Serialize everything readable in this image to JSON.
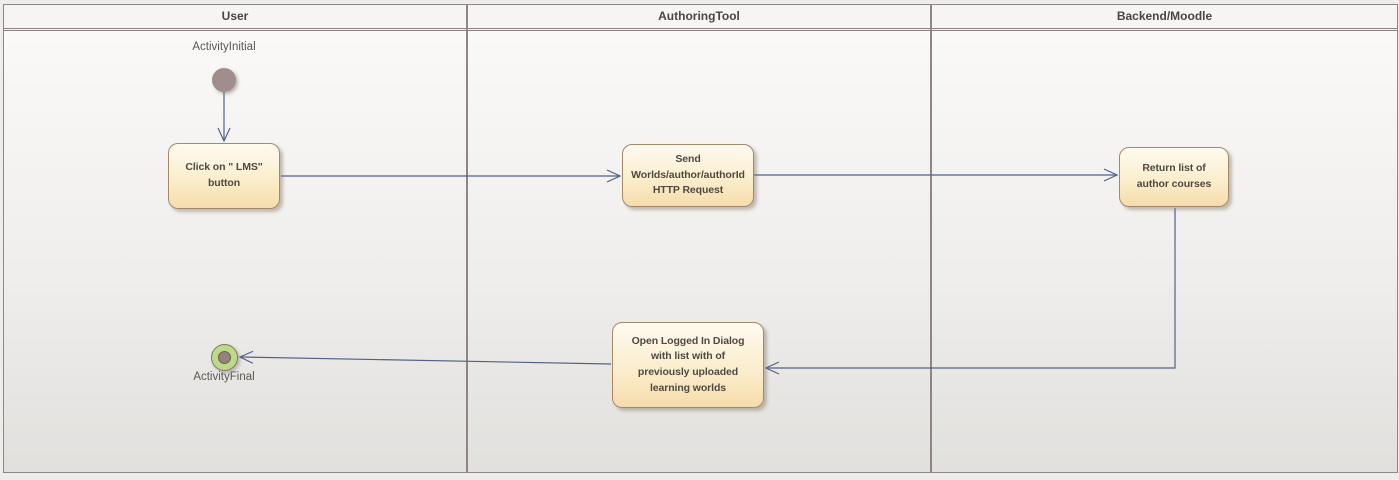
{
  "diagram": {
    "type": "uml-activity-swimlane",
    "lanes": [
      {
        "title": "User"
      },
      {
        "title": "AuthoringTool"
      },
      {
        "title": "Backend/Moodle"
      }
    ],
    "nodes": {
      "activity_initial": {
        "label": "ActivityInitial"
      },
      "click_lms": {
        "label": "Click on \" LMS\"\nbutton"
      },
      "send_request": {
        "label": "Send\nWorlds/author/authorId\nHTTP Request"
      },
      "return_list": {
        "label": "Return list of\nauthor courses"
      },
      "open_dialog": {
        "label": "Open Logged In Dialog\nwith list with of\npreviously uploaded\nlearning worlds"
      },
      "activity_final": {
        "label": "ActivityFinal"
      }
    },
    "colors": {
      "connector": "#52618a",
      "activity_border": "#a3896a",
      "activity_fill_top": "#fefaf0",
      "activity_fill_bottom": "#f6dcab",
      "activity_text": "#4f4a42",
      "initial_node_fill": "#a18d8d",
      "final_node_fill": "#bcdb8a",
      "final_node_dot": "#97817e",
      "lane_border": "#8f8585",
      "lane_header_fill": "#f6f5f3"
    }
  }
}
